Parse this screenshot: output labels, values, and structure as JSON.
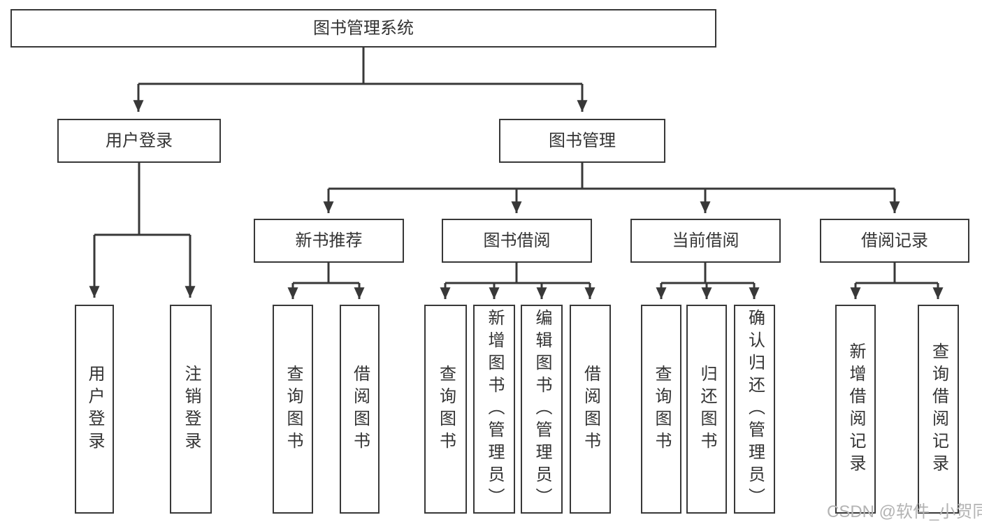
{
  "diagram_title": "图书管理系统",
  "colors": {
    "background": "#ffffff",
    "line": "#383838",
    "box_border": "#383838",
    "text": "#333333",
    "watermark": "#b3b3b3"
  },
  "tree": {
    "label": "图书管理系统",
    "children": [
      {
        "label": "用户登录",
        "children": [
          {
            "label": "用户登录"
          },
          {
            "label": "注销登录"
          }
        ]
      },
      {
        "label": "图书管理",
        "children": [
          {
            "label": "新书推荐",
            "children": [
              {
                "label": "查询图书"
              },
              {
                "label": "借阅图书"
              }
            ]
          },
          {
            "label": "图书借阅",
            "children": [
              {
                "label": "查询图书"
              },
              {
                "label": "新增图书（管理员）"
              },
              {
                "label": "编辑图书（管理员）"
              },
              {
                "label": "借阅图书"
              }
            ]
          },
          {
            "label": "当前借阅",
            "children": [
              {
                "label": "查询图书"
              },
              {
                "label": "归还图书"
              },
              {
                "label": "确认归还（管理员）"
              }
            ]
          },
          {
            "label": "借阅记录",
            "children": [
              {
                "label": "新增借阅记录"
              },
              {
                "label": "查询借阅记录"
              }
            ]
          }
        ]
      }
    ]
  },
  "watermark": {
    "text": "CSDN @软件_小贺同学"
  }
}
